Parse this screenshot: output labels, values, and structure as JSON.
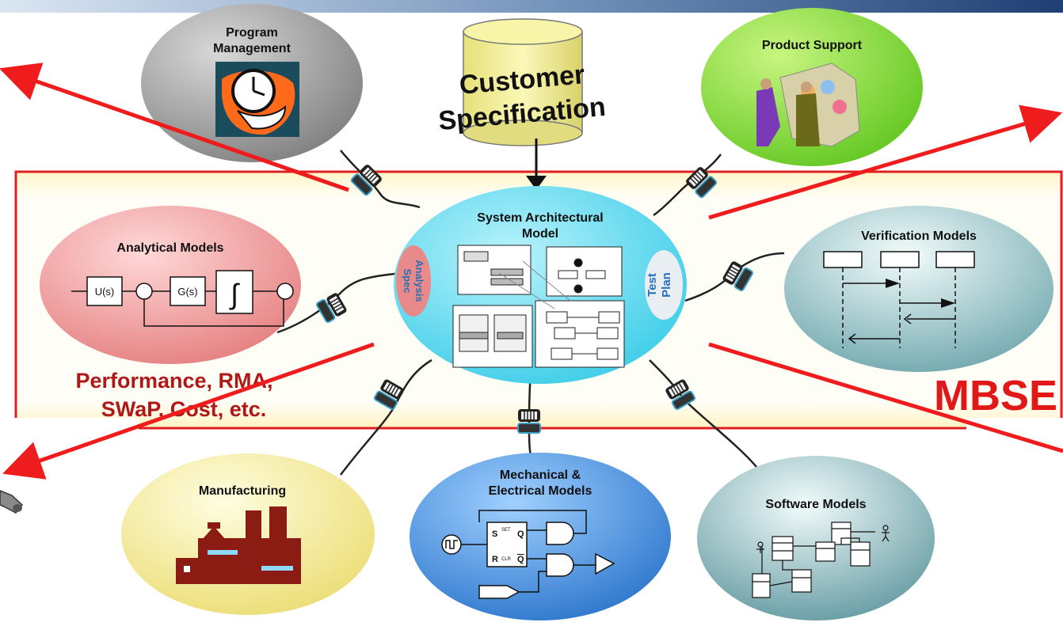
{
  "nodes": {
    "program_management": {
      "line1": "Program",
      "line2": "Management"
    },
    "product_support": {
      "label": "Product Support"
    },
    "customer_spec": {
      "line1": "Customer",
      "line2": "Specification"
    },
    "system_model": {
      "line1": "System Architectural",
      "line2": "Model"
    },
    "analysis_spec": {
      "line1": "Analysis",
      "line2": "Spec"
    },
    "test_plan": {
      "line1": "Test",
      "line2": "Plan"
    },
    "analytical_models": {
      "label": "Analytical Models",
      "block_u": "U(s)",
      "block_g": "G(s)",
      "integral": "∫"
    },
    "verification_models": {
      "label": "Verification Models"
    },
    "manufacturing": {
      "label": "Manufacturing"
    },
    "mech_elec": {
      "line1": "Mechanical &",
      "line2": "Electrical Models",
      "latch_s": "S",
      "latch_r": "R",
      "latch_set": "SET",
      "latch_clr": "CLR",
      "latch_q": "Q",
      "latch_qbar": "Q"
    },
    "software_models": {
      "label": "Software Models"
    }
  },
  "captions": {
    "performance_line1": "Performance, RMA,",
    "performance_line2": "SWaP, Cost, etc.",
    "mbse": "MBSE"
  },
  "colors": {
    "header_left": "#dbe6f2",
    "header_right": "#1f3f73",
    "red": "#ee1c1c",
    "mbse_frame": "#e02020",
    "band": "#fffbe8",
    "gray": "#8a8a8a",
    "green": "#86e23a",
    "cyan": "#3fd6ec",
    "pink": "#ef8c8c",
    "teal": "#6aaab0",
    "yellow": "#f6f0a0",
    "blue": "#2f7fd8",
    "steel": "#6b9ea6",
    "cylinder": "#f4f08c"
  }
}
